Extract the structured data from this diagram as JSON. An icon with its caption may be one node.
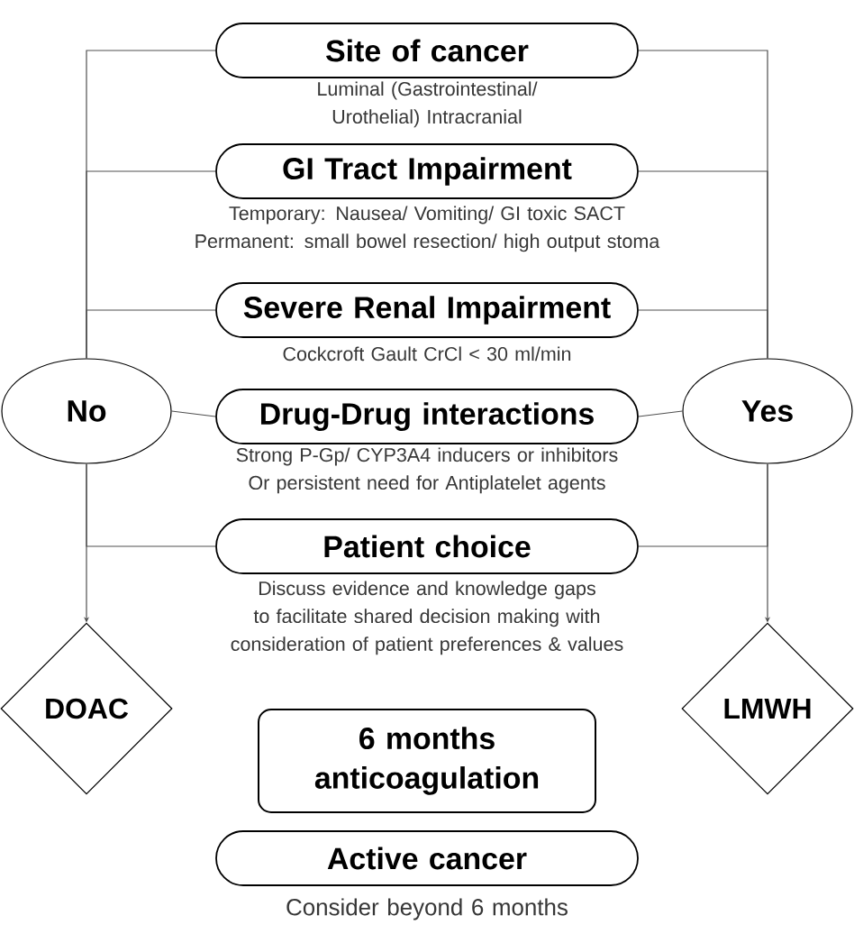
{
  "diagram": {
    "nodes": [
      {
        "text": [
          "Site of cancer"
        ],
        "beside": [
          "Luminal (Gastrointestinal/ Urothelial) Intracranial"
        ]
      },
      {
        "text": [
          "GI Tract Impairment"
        ],
        "beside": [
          "Temporary: Nausea/ Vomiting/ GI toxic SACT Permanent: small bowel resection/ high output stoma"
        ]
      },
      {
        "text": [
          "Severe Renal Impairment"
        ],
        "beside": [
          "Cockcroft Gault CrCl < 30 ml/min"
        ]
      },
      {
        "text": [
          "Drug-Drug interactions"
        ],
        "beside": [
          "Strong P-Gp/ CYP3A4 inducers or inhibitors Or persistent need for Antiplatelet agents"
        ]
      },
      {
        "text": [
          "Patient choice"
        ],
        "beside": [
          "Discuss evidence and knowledge gaps to facilitate shared decision making with consideration of patient preferences & values"
        ]
      },
      {
        "text": [
          "No"
        ]
      },
      {
        "text": [
          "Yes"
        ]
      },
      {
        "text": [
          "DOAC"
        ]
      },
      {
        "text": [
          "LMWH"
        ]
      },
      {
        "text": [
          "6 months anticoagulation"
        ]
      },
      {
        "text": [
          "Active cancer"
        ],
        "beside": [
          "Consider beyond 6 months"
        ]
      }
    ],
    "edges": [
      {
        "from": 0,
        "to": 5,
        "arrow": "none"
      },
      {
        "from": 1,
        "to": 5,
        "arrow": "none"
      },
      {
        "from": 2,
        "to": 5,
        "arrow": "none"
      },
      {
        "from": 3,
        "to": 5,
        "arrow": "none"
      },
      {
        "from": 4,
        "to": 5,
        "arrow": "none"
      },
      {
        "from": 0,
        "to": 6,
        "arrow": "none"
      },
      {
        "from": 1,
        "to": 6,
        "arrow": "none"
      },
      {
        "from": 2,
        "to": 6,
        "arrow": "none"
      },
      {
        "from": 3,
        "to": 6,
        "arrow": "none"
      },
      {
        "from": 4,
        "to": 6,
        "arrow": "none"
      },
      {
        "from": 5,
        "to": 7,
        "arrow": "to"
      },
      {
        "from": 6,
        "to": 8,
        "arrow": "to"
      }
    ]
  }
}
